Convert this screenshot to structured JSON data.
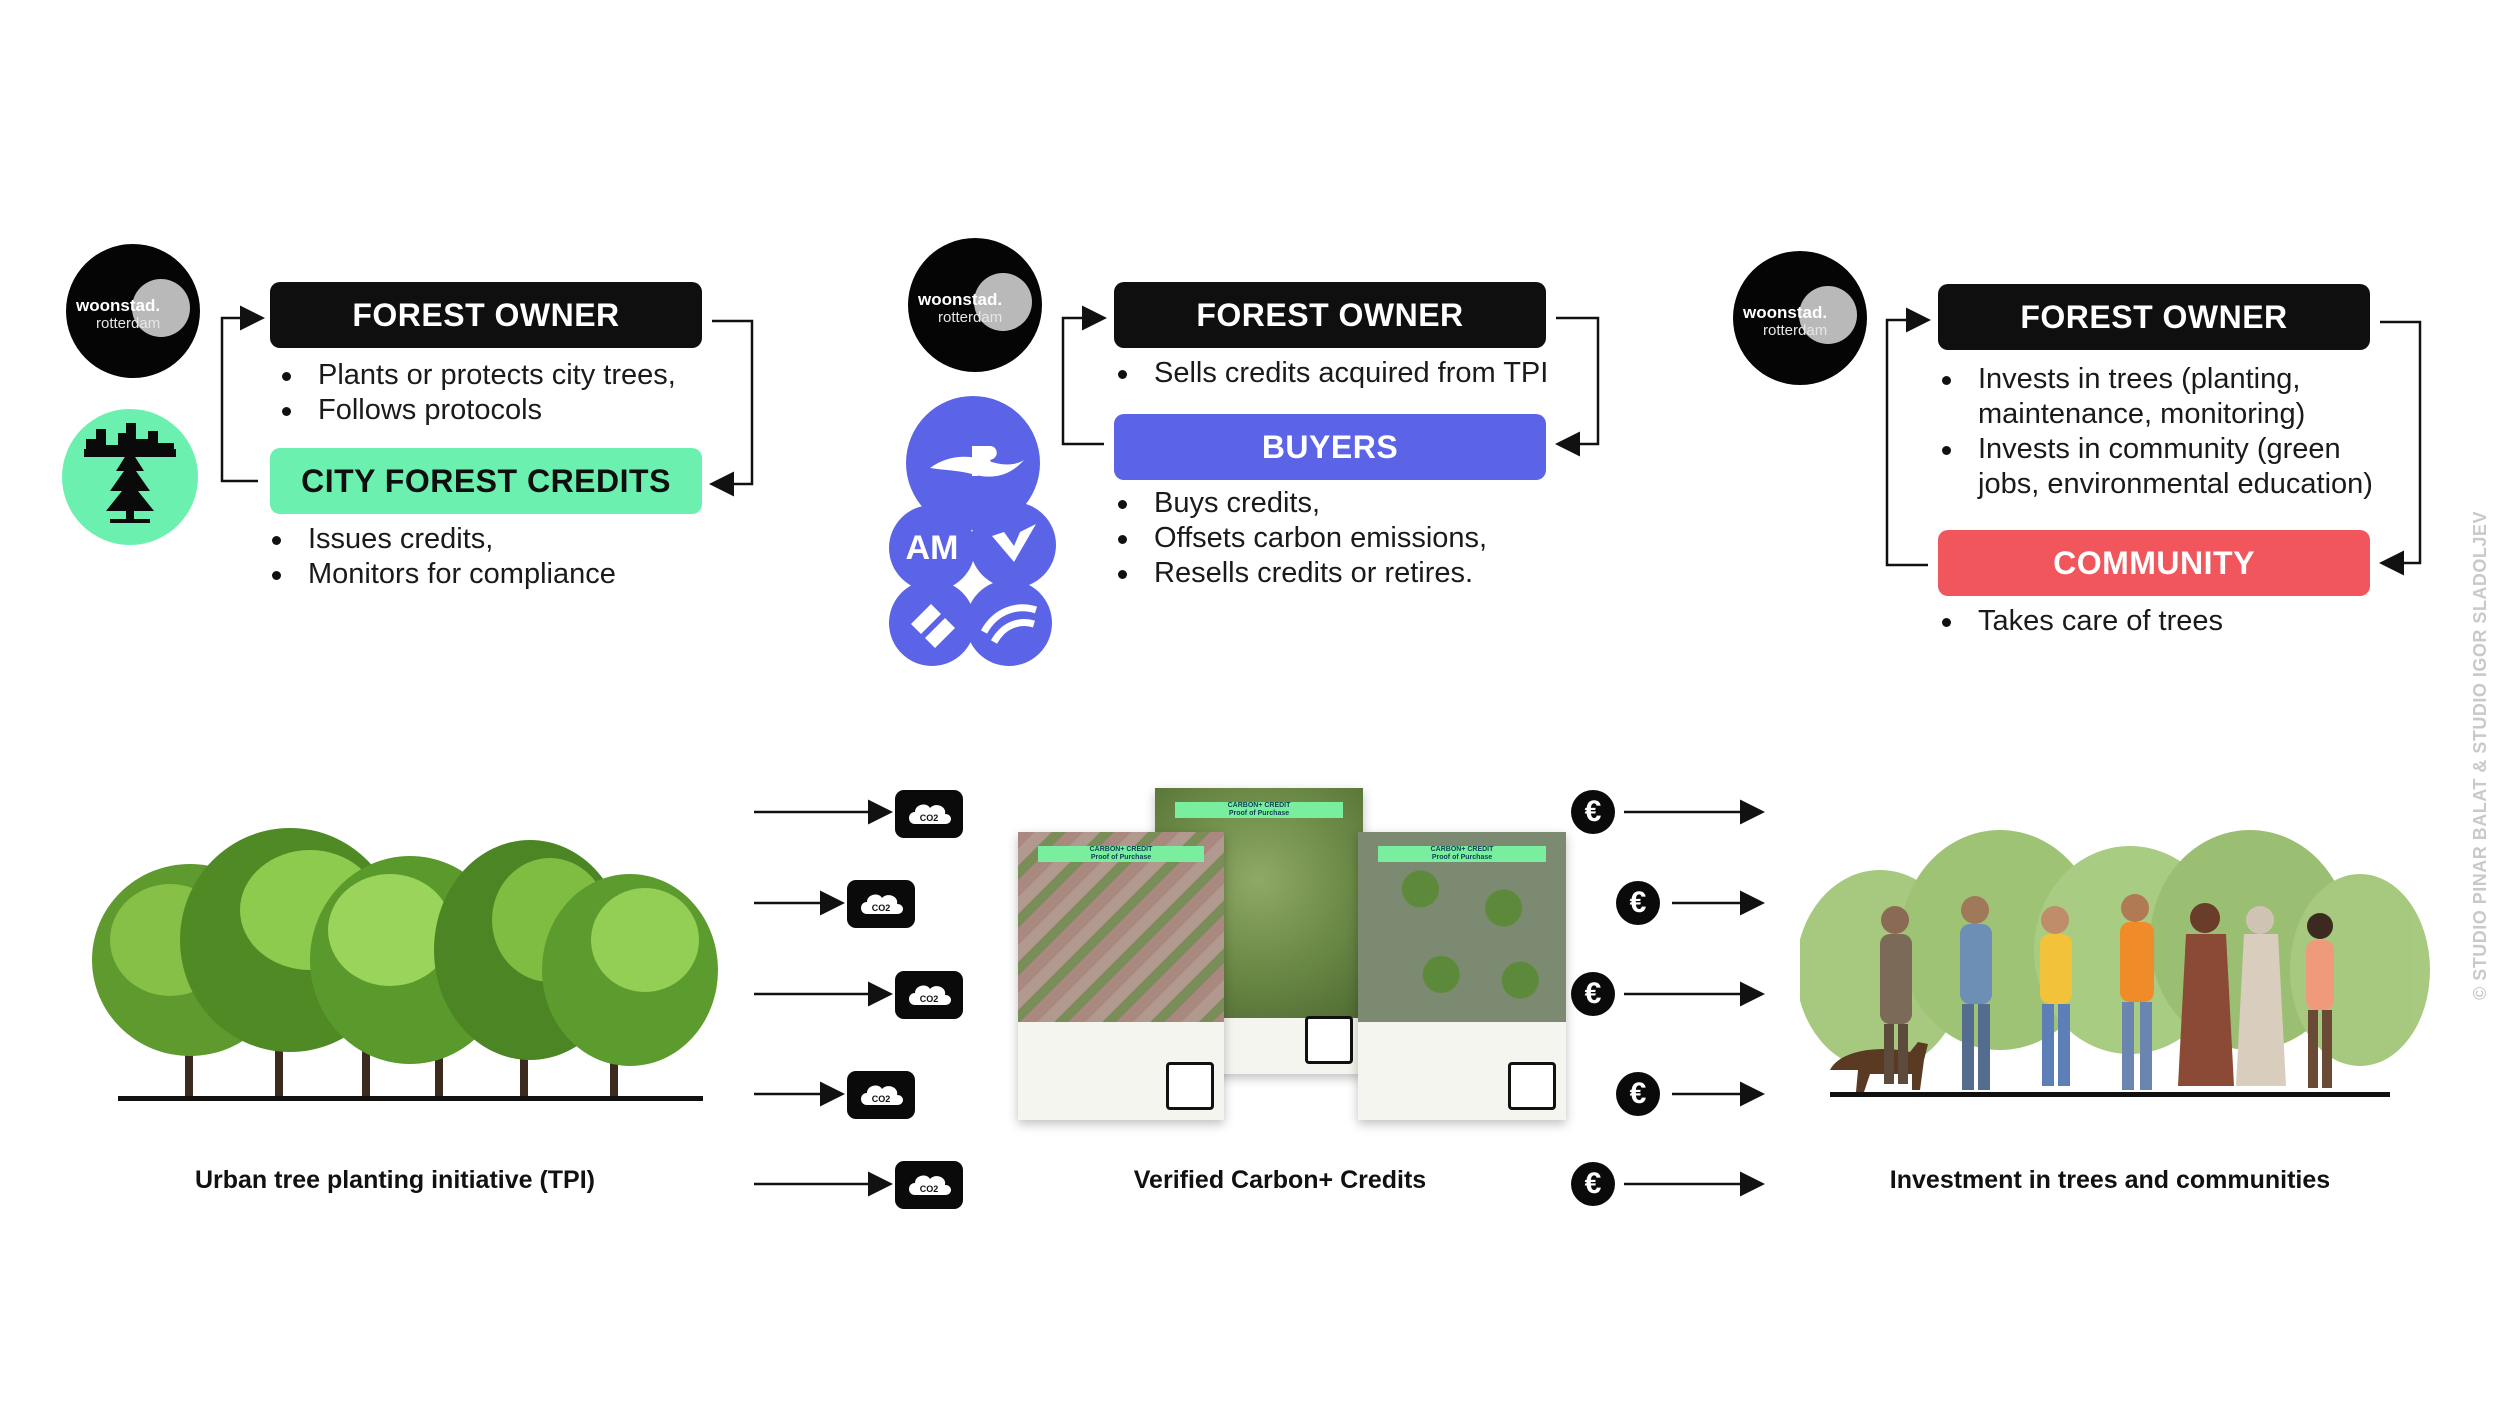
{
  "column1": {
    "logo_line1": "woonstad.",
    "logo_line2": "rotterdam",
    "top_label": "FOREST OWNER",
    "top_bullets": [
      "Plants or protects city trees,",
      "Follows protocols"
    ],
    "bottom_label": "CITY FOREST CREDITS",
    "bottom_bullets": [
      "Issues credits,",
      "Monitors for compliance"
    ]
  },
  "column2": {
    "logo_line1": "woonstad.",
    "logo_line2": "rotterdam",
    "top_label": "FOREST OWNER",
    "top_bullets": [
      "Sells credits acquired from TPI"
    ],
    "bottom_label": "BUYERS",
    "bottom_bullets": [
      "Buys credits,",
      "Offsets carbon emissions,",
      "Resells credits or retires."
    ],
    "buyer_logo_text": "AM"
  },
  "column3": {
    "logo_line1": "woonstad.",
    "logo_line2": "rotterdam",
    "top_label": "FOREST OWNER",
    "top_bullets": [
      "Invests in trees (planting, maintenance, monitoring)",
      "Invests in community (green jobs, environmental education)"
    ],
    "bottom_label": "COMMUNITY",
    "bottom_bullets": [
      "Takes care of trees"
    ]
  },
  "captions": {
    "trees": "Urban tree planting initiative (TPI)",
    "credits": "Verified Carbon+ Credits",
    "investment": "Investment in trees and communities"
  },
  "icons": {
    "co2_label": "CO2",
    "euro_symbol": "€"
  },
  "certificate": {
    "title": "CARBON+ CREDIT",
    "subtitle": "Proof of Purchase"
  },
  "watermark": "© STUDIO PINAR BALAT & STUDIO IGOR SLADOLJEV",
  "colors": {
    "dark": "#0f0f0f",
    "green": "#6cf0b0",
    "blue": "#5b63e6",
    "red": "#f1565c"
  }
}
